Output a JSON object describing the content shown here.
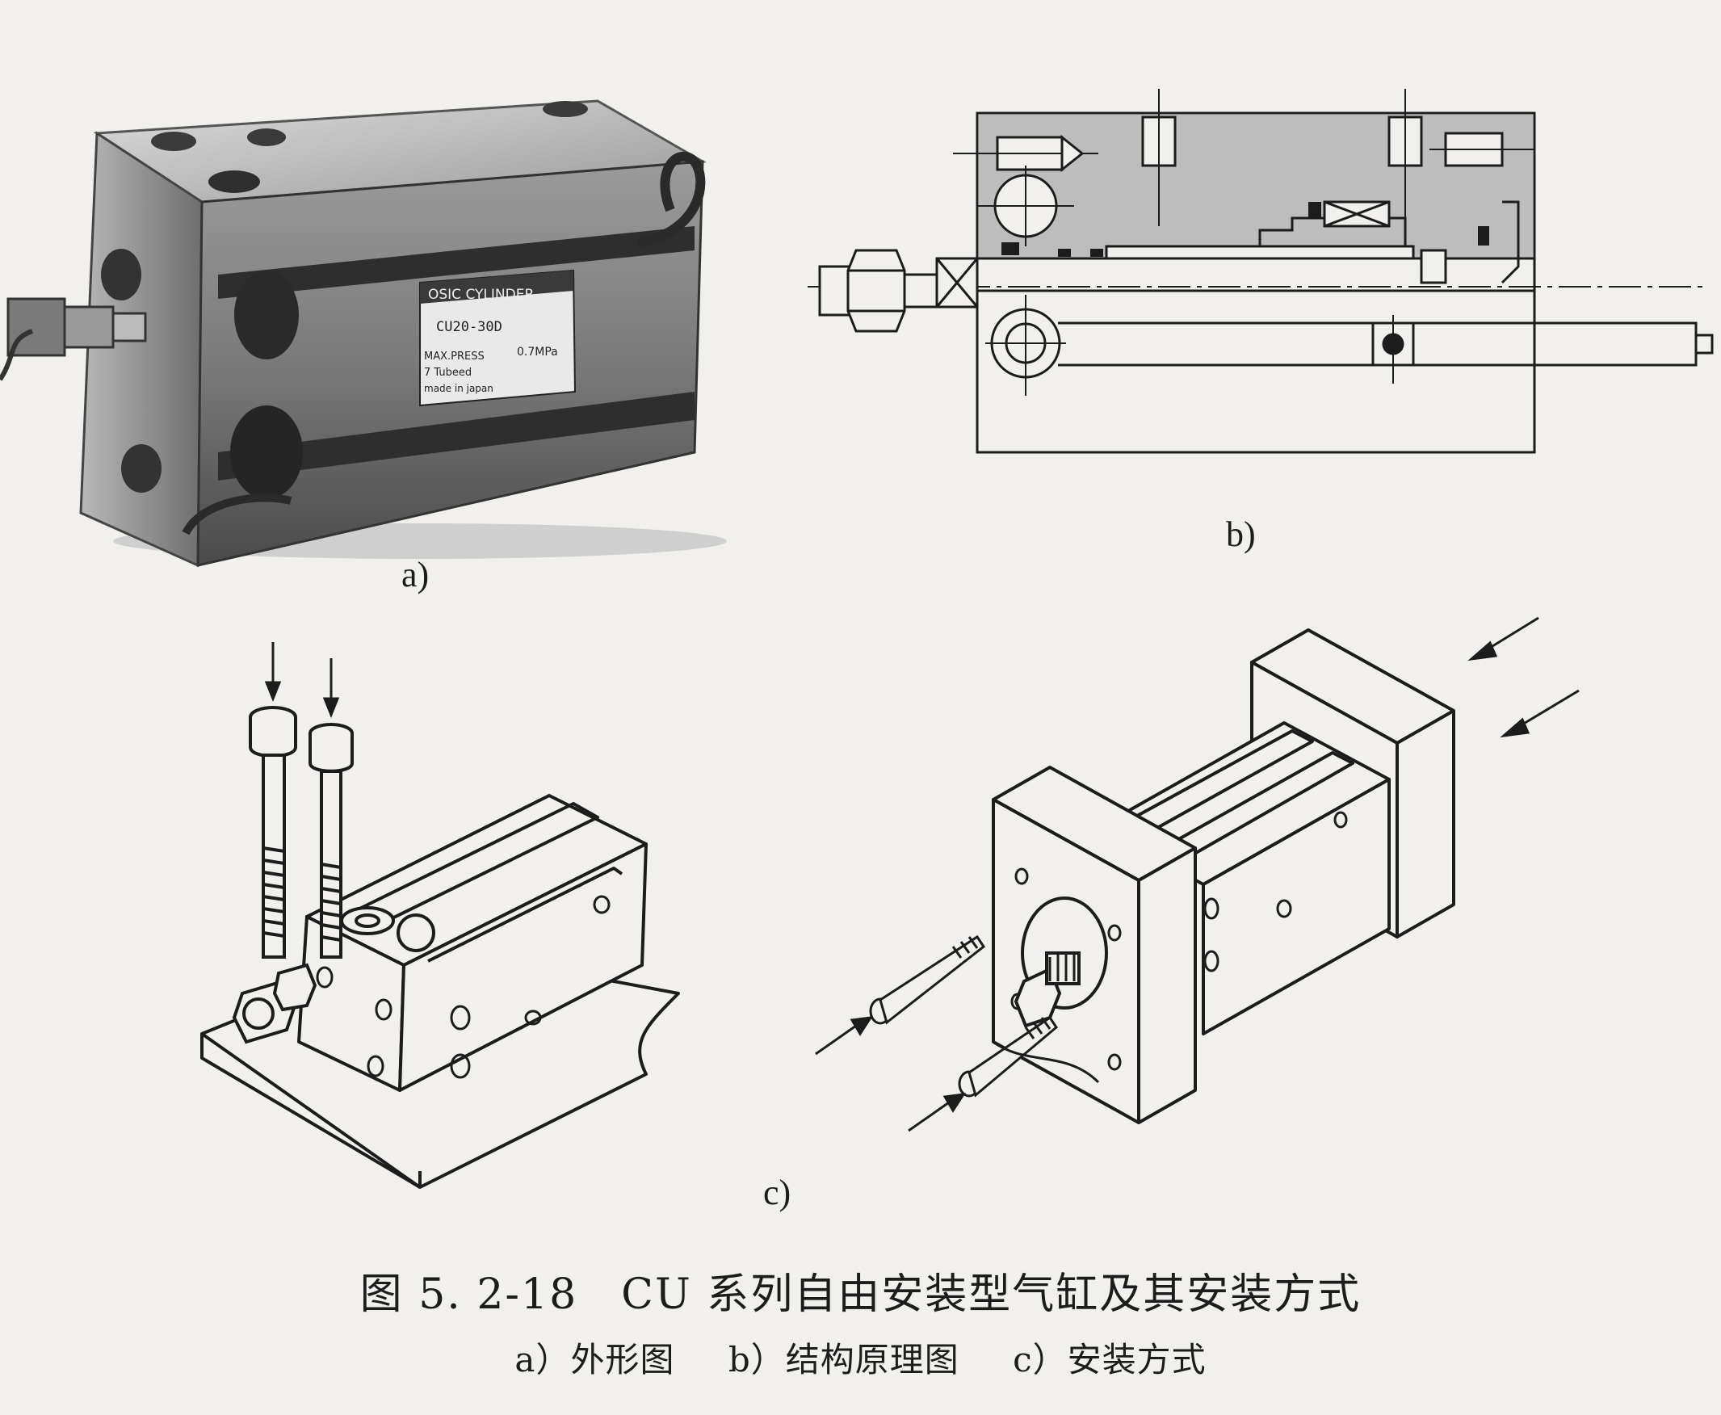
{
  "figure": {
    "panel_a": {
      "label": "a)"
    },
    "panel_b": {
      "label": "b)"
    },
    "panel_c": {
      "label": "c)"
    },
    "nameplate": {
      "brand": "OSIC CYLINDER",
      "model": "CU20-30D",
      "max_press_label": "MAX.PRESS",
      "pressure": "0.7MPa",
      "lube": "7 Tubeed",
      "origin": "made in japan"
    },
    "caption": {
      "title": "图 5. 2-18　CU 系列自由安装型气缸及其安装方式",
      "sub_a": "a）外形图",
      "sub_b": "b）结构原理图",
      "sub_c": "c）安装方式"
    }
  },
  "colors": {
    "ink": "#1c1c1c",
    "paper": "#f1f0ed",
    "section_fill": "#bdbdbd",
    "photo_dark": "#3a3a3a",
    "photo_mid": "#8a8a8a",
    "photo_light": "#d4d4d4"
  }
}
